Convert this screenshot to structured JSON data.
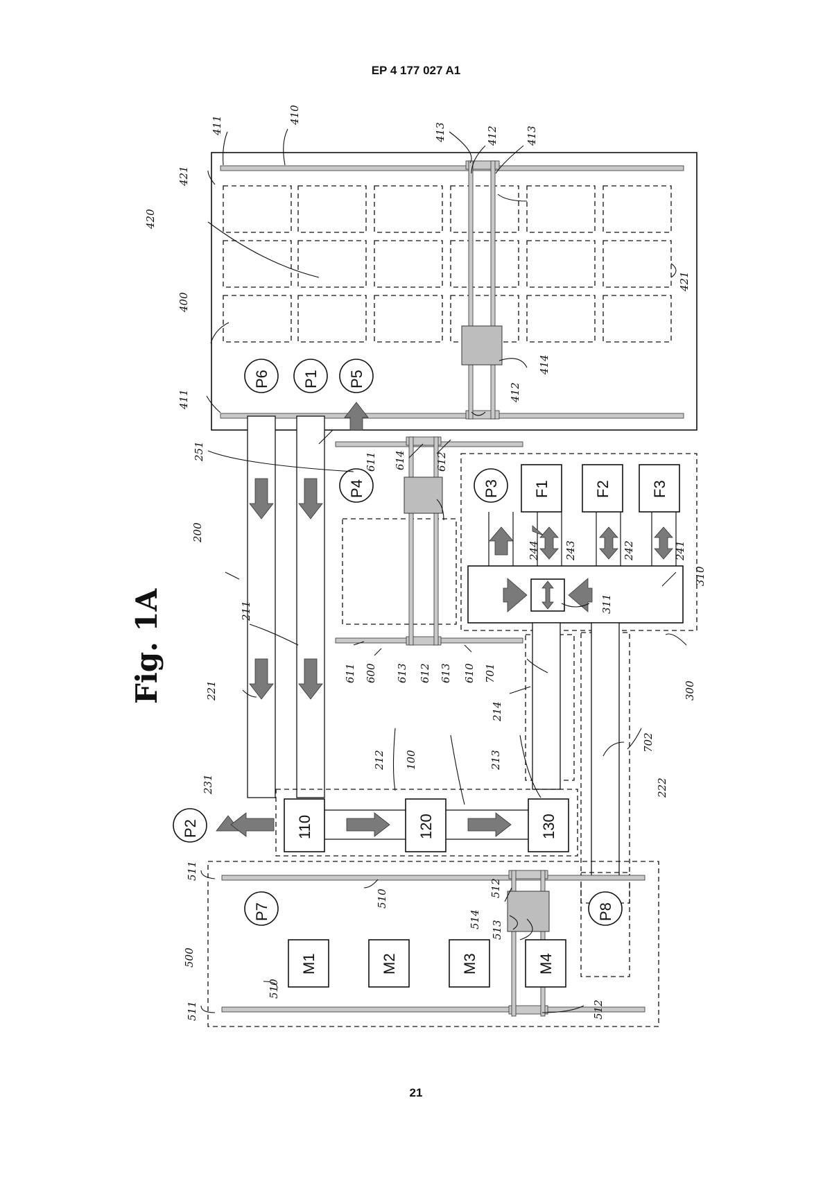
{
  "header": {
    "publication_number": "EP 4 177 027 A1"
  },
  "footer": {
    "page_number": "21"
  },
  "figure": {
    "title": "Fig. 1A",
    "boxes": {
      "b110": "110",
      "b120": "120",
      "b130": "130",
      "F1": "F1",
      "F2": "F2",
      "F3": "F3",
      "M1": "M1",
      "M2": "M2",
      "M3": "M3",
      "M4": "M4"
    },
    "ports": {
      "P1": "P1",
      "P2": "P2",
      "P3": "P3",
      "P4": "P4",
      "P5": "P5",
      "P6": "P6",
      "P7": "P7",
      "P8": "P8"
    },
    "refs": {
      "r100": "100",
      "r200": "200",
      "r211": "211",
      "r212": "212",
      "r213": "213",
      "r214": "214",
      "r221": "221",
      "r222": "222",
      "r231": "231",
      "r241": "241",
      "r242": "242",
      "r243": "243",
      "r244": "244",
      "r251": "251",
      "r300": "300",
      "r310": "310",
      "r311": "311",
      "r400": "400",
      "r410": "410",
      "r411a": "411",
      "r411b": "411",
      "r412a": "412",
      "r412b": "412",
      "r413a": "413",
      "r413b": "413",
      "r414": "414",
      "r420": "420",
      "r421a": "421",
      "r421b": "421",
      "r500": "500",
      "r510a": "510",
      "r510b": "510",
      "r511a": "511",
      "r511b": "511",
      "r512a": "512",
      "r512b": "512",
      "r513": "513",
      "r514": "514",
      "r600": "600",
      "r610": "610",
      "r611a": "611",
      "r611b": "611",
      "r612a": "612",
      "r612b": "612",
      "r613a": "613",
      "r613b": "613",
      "r614": "614",
      "r701": "701",
      "r702": "702"
    }
  }
}
